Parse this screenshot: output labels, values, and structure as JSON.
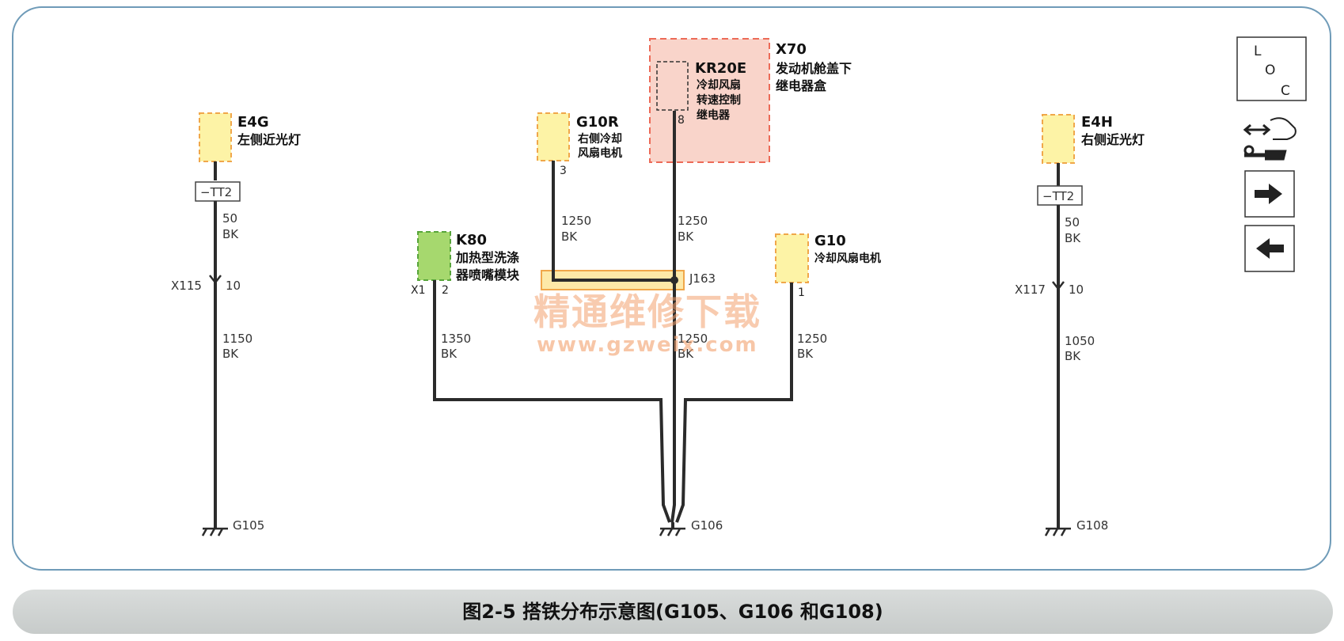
{
  "components": {
    "e4g": {
      "code": "E4G",
      "name": "左侧近光灯"
    },
    "g10r": {
      "code": "G10R",
      "name1": "右侧冷却",
      "name2": "风扇电机",
      "pin": "3"
    },
    "x70": {
      "code": "X70",
      "name1": "发动机舱盖下",
      "name2": "继电器盒"
    },
    "kr20e": {
      "code": "KR20E",
      "name1": "冷却风扇",
      "name2": "转速控制",
      "name3": "继电器",
      "pin": "8"
    },
    "k80": {
      "code": "K80",
      "name1": "加热型洗涤",
      "name2": "器喷嘴模块",
      "connector": "X1",
      "pin": "2"
    },
    "g10": {
      "code": "G10",
      "name": "冷却风扇电机",
      "pin": "1"
    },
    "e4h": {
      "code": "E4H",
      "name": "右侧近光灯"
    }
  },
  "connectors": {
    "tt2_left": "−TT2",
    "tt2_right": "−TT2",
    "x115": "X115",
    "x115_pin": "10",
    "x117": "X117",
    "x117_pin": "10",
    "j163": "J163"
  },
  "wires": {
    "w_e4g": {
      "size": "50",
      "color": "BK"
    },
    "w_x115": {
      "size": "1150",
      "color": "BK"
    },
    "w_g10r": {
      "size": "1250",
      "color": "BK"
    },
    "w_kr20e": {
      "size": "1250",
      "color": "BK"
    },
    "w_k80": {
      "size": "1350",
      "color": "BK"
    },
    "w_j163": {
      "size": "1250",
      "color": "BK"
    },
    "w_g10": {
      "size": "1250",
      "color": "BK"
    },
    "w_e4h": {
      "size": "50",
      "color": "BK"
    },
    "w_x117": {
      "size": "1050",
      "color": "BK"
    }
  },
  "grounds": {
    "g105": "G105",
    "g106": "G106",
    "g108": "G108"
  },
  "side_panel": {
    "loc_l": "L",
    "loc_o": "O",
    "loc_c": "C"
  },
  "watermark": {
    "line1": "精通维修下载",
    "line2": "www.gzweix.com"
  },
  "caption": "图2-5   搭铁分布示意图(G105、G106 和G108)",
  "colors": {
    "wire": "#2b2b2b",
    "component_fill": "#fdf3a6",
    "component_border": "#f0a74a",
    "k80_fill": "#a6d86e",
    "k80_border": "#57a53a",
    "relay_box_fill": "#f9d4ca",
    "relay_box_border": "#ec6a57",
    "frame_border": "#6f9bb8",
    "caption_bar": "#cfd2d1"
  }
}
